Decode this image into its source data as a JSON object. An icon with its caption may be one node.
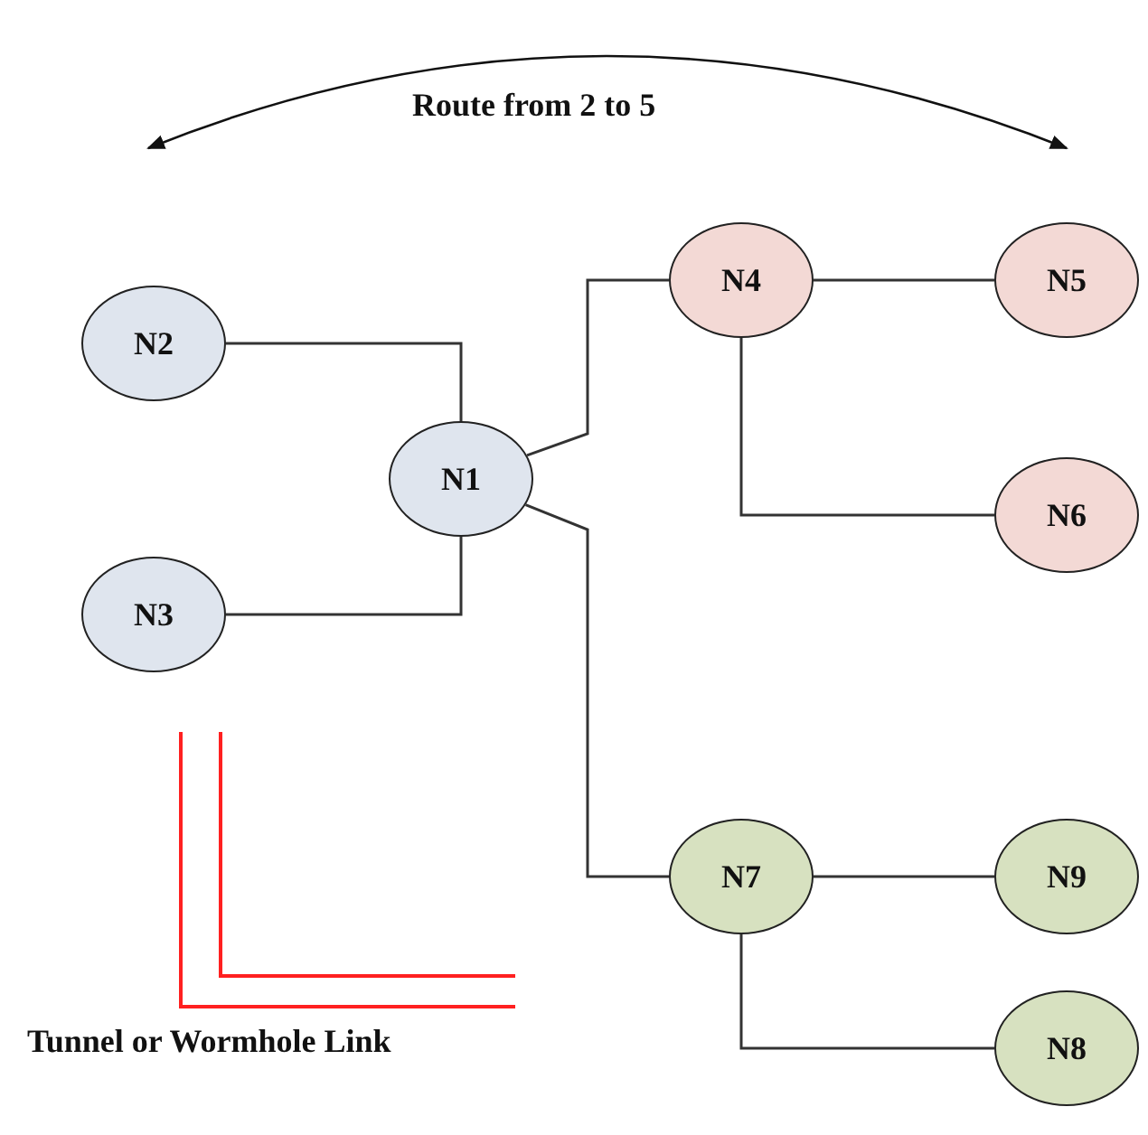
{
  "diagram": {
    "nodes": [
      {
        "text": [
          "N2"
        ]
      },
      {
        "text": [
          "N1"
        ]
      },
      {
        "text": [
          "N3"
        ]
      },
      {
        "text": [
          "N4"
        ]
      },
      {
        "text": [
          "N5"
        ]
      },
      {
        "text": [
          "N6"
        ]
      },
      {
        "text": [
          "N7"
        ]
      },
      {
        "text": [
          "N9"
        ]
      },
      {
        "text": [
          "N8"
        ]
      }
    ],
    "edges": [
      {
        "from": 0,
        "to": 1,
        "arrow": "none"
      },
      {
        "from": 2,
        "to": 1,
        "arrow": "none"
      },
      {
        "from": 1,
        "to": 3,
        "arrow": "none"
      },
      {
        "from": 3,
        "to": 4,
        "arrow": "none"
      },
      {
        "from": 3,
        "to": 5,
        "arrow": "none"
      },
      {
        "from": 1,
        "to": 6,
        "arrow": "none"
      },
      {
        "from": 6,
        "to": 7,
        "arrow": "none"
      },
      {
        "from": 6,
        "to": 8,
        "arrow": "none"
      }
    ],
    "labels": [
      "Route from 2 to 5"
    ],
    "legend": [
      {
        "text": "Tunnel or Wormhole Link"
      }
    ]
  }
}
